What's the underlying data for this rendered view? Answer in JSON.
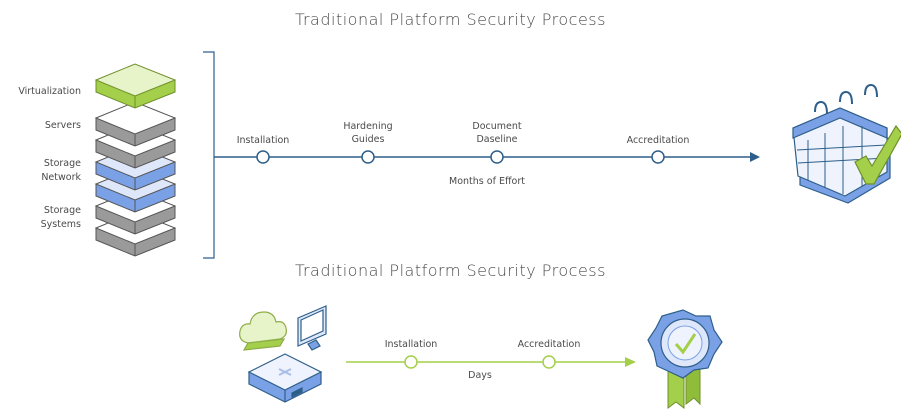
{
  "top": {
    "title": "Traditional Platform Security Process",
    "stack_labels": {
      "virtualization": "Virtualization",
      "servers": "Servers",
      "storage_network_1": "Storage",
      "storage_network_2": "Network",
      "storage_systems_1": "Storage",
      "storage_systems_2": "Systems"
    },
    "milestones": {
      "installation": "Installation",
      "hardening_1": "Hardening",
      "hardening_2": "Guides",
      "document_1": "Document",
      "document_2": "Daseline",
      "accreditation": "Accreditation"
    },
    "duration": "Months of Effort",
    "timeline_color": "#2e5f8a",
    "end_icon": "calendar-check-icon"
  },
  "bottom": {
    "title": "Traditional Platform Security Process",
    "milestones": {
      "installation": "Installation",
      "accreditation": "Accreditation"
    },
    "duration": "Days",
    "timeline_color": "#a3cf4a",
    "start_icons": [
      "cloud-icon",
      "monitor-icon",
      "appliance-icon"
    ],
    "end_icon": "award-ribbon-icon"
  },
  "colors": {
    "green": "#a3cf4a",
    "blue": "#7aa0e6",
    "gray": "#9a9a9a",
    "navy": "#2e5f8a"
  }
}
